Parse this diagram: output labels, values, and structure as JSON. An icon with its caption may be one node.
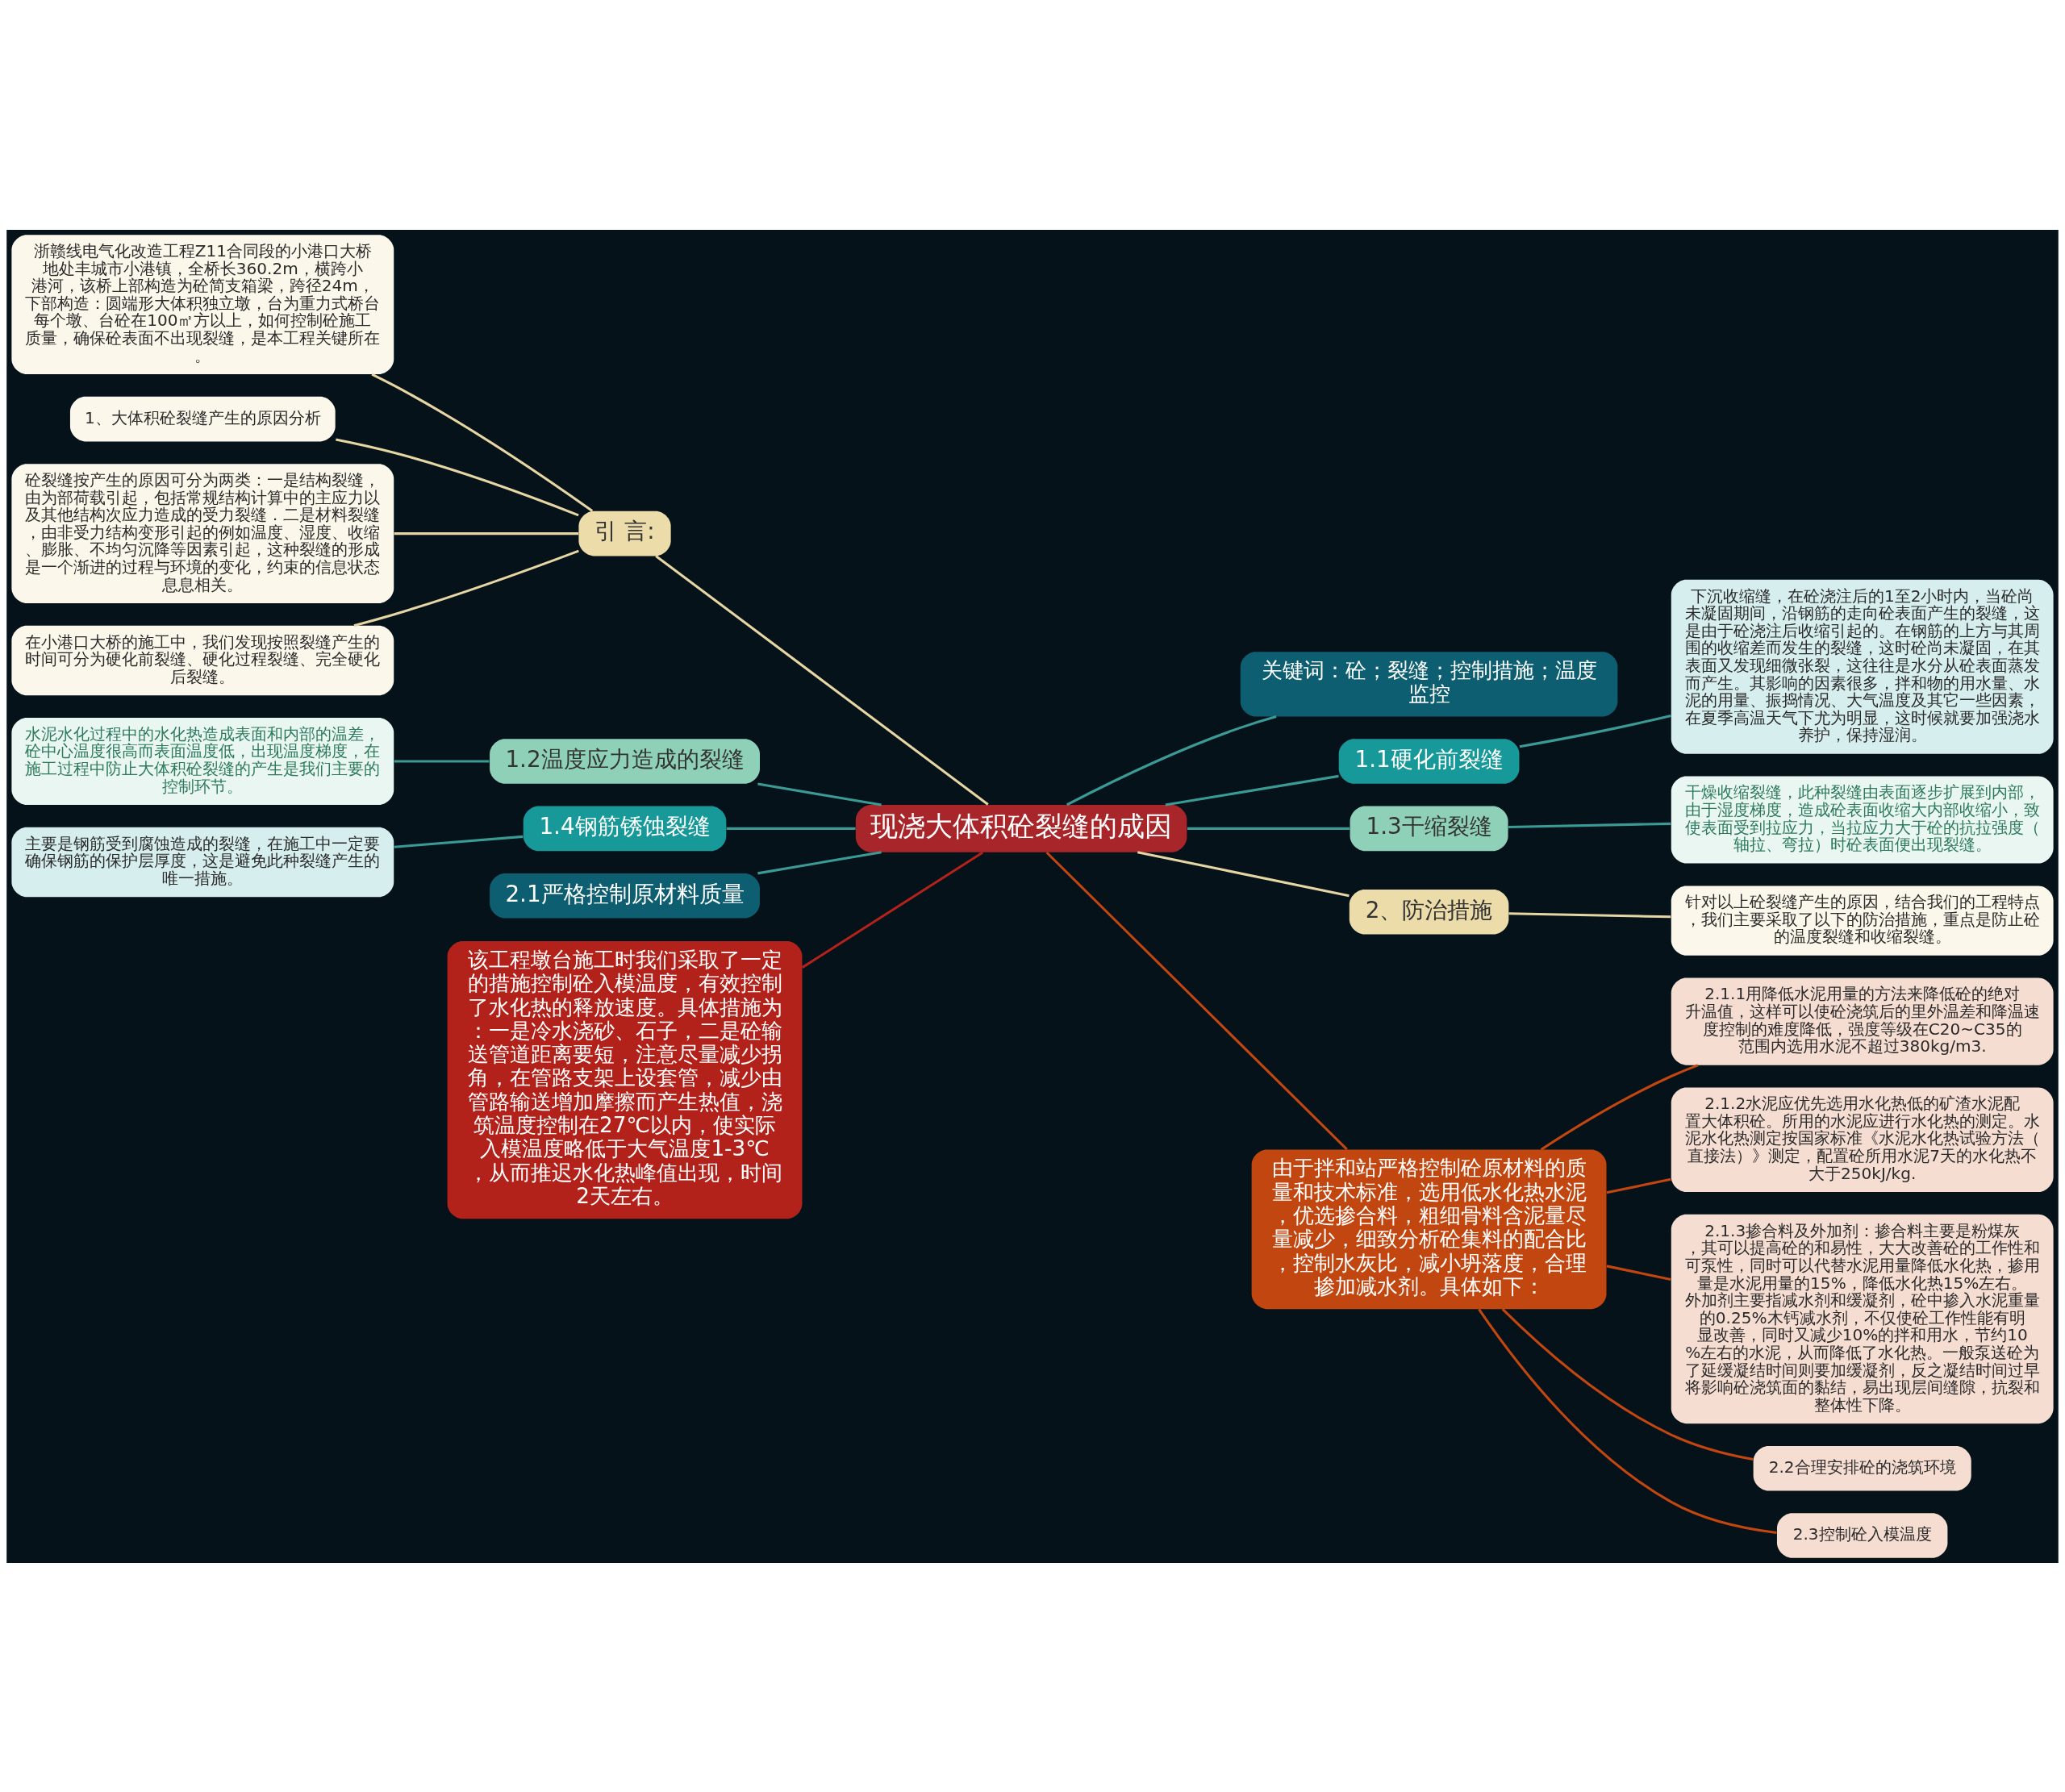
{
  "diagram": {
    "nodes": [
      {
        "text": [
          "现浇大体积砼裂缝的成因"
        ]
      },
      {
        "text": [
          "引 言:"
        ]
      },
      {
        "text": [
          "浙赣线电气化改造工程Z11合同段的小港口大桥地处丰城市小港镇，全桥长360.2m，横跨小港河，该桥上部构造为砼简支箱梁，跨径24m，下部构造：圆端形大体积独立墩，台为重力式桥台每个墩、台砼在100㎡方以上，如何控制砼施工质量，确保砼表面不出现裂缝，是本工程关键所在。"
        ]
      },
      {
        "text": [
          "1、大体积砼裂缝产生的原因分析"
        ]
      },
      {
        "text": [
          "砼裂缝按产生的原因可分为两类：一是结构裂缝，由为部荷载引起，包括常规结构计算中的主应力以及其他结构次应力造成的受力裂缝．二是材料裂缝，由非受力结构变形引起的例如温度、湿度、收缩、膨胀、不均匀沉降等因素引起，这种裂缝的形成是一个渐进的过程与环境的变化，约束的信息状态息息相关。"
        ]
      },
      {
        "text": [
          "在小港口大桥的施工中，我们发现按照裂缝产生的时间可分为硬化前裂缝、硬化过程裂缝、完全硬化后裂缝。"
        ]
      },
      {
        "text": [
          "1.2温度应力造成的裂缝"
        ]
      },
      {
        "text": [
          "水泥水化过程中的水化热造成表面和内部的温差，砼中心温度很高而表面温度低，出现温度梯度，在施工过程中防止大体积砼裂缝的产生是我们主要的控制环节。"
        ]
      },
      {
        "text": [
          "1.4钢筋锈蚀裂缝"
        ]
      },
      {
        "text": [
          "主要是钢筋受到腐蚀造成的裂缝，在施工中一定要确保钢筋的保护层厚度，这是避免此种裂缝产生的唯一措施。"
        ]
      },
      {
        "text": [
          "2.1严格控制原材料质量"
        ]
      },
      {
        "text": [
          "该工程墩台施工时我们采取了一定的措施控制砼入模温度，有效控制了水化热的释放速度。具体措施为：一是冷水浇砂、石子，二是砼输送管道距离要短，注意尽量减少拐角，在管路支架上设套管，减少由管路输送增加摩擦而产生热值，浇筑温度控制在27℃以内，使实际入模温度略低于大气温度1-3℃，从而推迟水化热峰值出现，时间2天左右。"
        ]
      },
      {
        "text": [
          "关键词：砼；裂缝；控制措施；温度监控"
        ]
      },
      {
        "text": [
          "1.1硬化前裂缝"
        ]
      },
      {
        "text": [
          "下沉收缩缝，在砼浇注后的1至2小时内，当砼尚未凝固期间，沿钢筋的走向砼表面产生的裂缝，这是由于砼浇注后收缩引起的。在钢筋的上方与其周围的收缩差而发生的裂缝，这时砼尚未凝固，在其表面又发现细微张裂，这往往是水分从砼表面蒸发而产生。其影响的因素很多，拌和物的用水量、水泥的用量、振捣情况、大气温度及其它一些因素，在夏季高温天气下尤为明显，这时候就要加强浇水养护，保持湿润。"
        ]
      },
      {
        "text": [
          "1.3干缩裂缝"
        ]
      },
      {
        "text": [
          "干燥收缩裂缝，此种裂缝由表面逐步扩展到内部，由于湿度梯度，造成砼表面收缩大内部收缩小，致使表面受到拉应力，当拉应力大于砼的抗拉强度（轴拉、弯拉）时砼表面便出现裂缝。"
        ]
      },
      {
        "text": [
          "2、防治措施"
        ]
      },
      {
        "text": [
          "针对以上砼裂缝产生的原因，结合我们的工程特点，我们主要采取了以下的防治措施，重点是防止砼的温度裂缝和收缩裂缝。"
        ]
      },
      {
        "text": [
          "由于拌和站严格控制砼原材料的质量和技术标准，选用低水化热水泥，优选掺合料，粗细骨料含泥量尽量减少，细致分析砼集料的配合比，控制水灰比，减小坍落度，合理掺加减水剂。具体如下："
        ]
      },
      {
        "text": [
          "2.1.1用降低水泥用量的方法来降低砼的绝对升温值，这样可以使砼浇筑后的里外温差和降温速度控制的难度降低，强度等级在C20~C35的范围内选用水泥不超过380kg/m3."
        ]
      },
      {
        "text": [
          "2.1.2水泥应优先选用水化热低的矿渣水泥配置大体积砼。所用的水泥应进行水化热的测定。水泥水化热测定按国家标准《水泥水化热试验方法（直接法）》测定，配置砼所用水泥7天的水化热不大于250kJ/kg."
        ]
      },
      {
        "text": [
          "2.1.3掺合料及外加剂：掺合料主要是粉煤灰，其可以提高砼的和易性，大大改善砼的工作性和可泵性，同时可以代替水泥用量降低水化热，掺用量是水泥用量的15%，降低水化热15%左右。外加剂主要指减水剂和缓凝剂，砼中掺入水泥重量的0.25%木钙减水剂，不仅使砼工作性能有明显改善，同时又减少10%的拌和用水，节约10%左右的水泥，从而降低了水化热。一般泵送砼为了延缓凝结时间则要加缓凝剂，反之凝结时间过早将影响砼浇筑面的黏结，易出现层间缝隙，抗裂和整体性下降。"
        ]
      },
      {
        "text": [
          "2.2合理安排砼的浇筑环境"
        ]
      },
      {
        "text": [
          "2.3控制砼入模温度"
        ]
      }
    ],
    "edges": [
      {
        "from": 0,
        "to": 1,
        "arrow": "none",
        "color": "#e6d6a4"
      },
      {
        "from": 1,
        "to": 2,
        "arrow": "none",
        "color": "#e6d6a4"
      },
      {
        "from": 1,
        "to": 3,
        "arrow": "none",
        "color": "#e6d6a4"
      },
      {
        "from": 1,
        "to": 4,
        "arrow": "none",
        "color": "#e6d6a4"
      },
      {
        "from": 1,
        "to": 5,
        "arrow": "none",
        "color": "#e6d6a4"
      },
      {
        "from": 0,
        "to": 6,
        "arrow": "none"
      },
      {
        "from": 6,
        "to": 7,
        "arrow": "none"
      },
      {
        "from": 0,
        "to": 8,
        "arrow": "none"
      },
      {
        "from": 8,
        "to": 9,
        "arrow": "none"
      },
      {
        "from": 0,
        "to": 10,
        "arrow": "none"
      },
      {
        "from": 0,
        "to": 11,
        "arrow": "none",
        "color": "#b3221a"
      },
      {
        "from": 0,
        "to": 12,
        "arrow": "none"
      },
      {
        "from": 0,
        "to": 13,
        "arrow": "none"
      },
      {
        "from": 13,
        "to": 14,
        "arrow": "none"
      },
      {
        "from": 0,
        "to": 15,
        "arrow": "none"
      },
      {
        "from": 15,
        "to": 16,
        "arrow": "none"
      },
      {
        "from": 0,
        "to": 17,
        "arrow": "none",
        "color": "#e6d6a4"
      },
      {
        "from": 17,
        "to": 18,
        "arrow": "none",
        "color": "#e6d6a4"
      },
      {
        "from": 0,
        "to": 19,
        "arrow": "none",
        "color": "#c2460f"
      },
      {
        "from": 19,
        "to": 20,
        "arrow": "none",
        "color": "#c2460f"
      },
      {
        "from": 19,
        "to": 21,
        "arrow": "none",
        "color": "#c2460f"
      },
      {
        "from": 19,
        "to": 22,
        "arrow": "none",
        "color": "#c2460f"
      },
      {
        "from": 19,
        "to": 23,
        "arrow": "none",
        "color": "#c2460f"
      },
      {
        "from": 19,
        "to": 24,
        "arrow": "none",
        "color": "#c2460f"
      }
    ]
  }
}
